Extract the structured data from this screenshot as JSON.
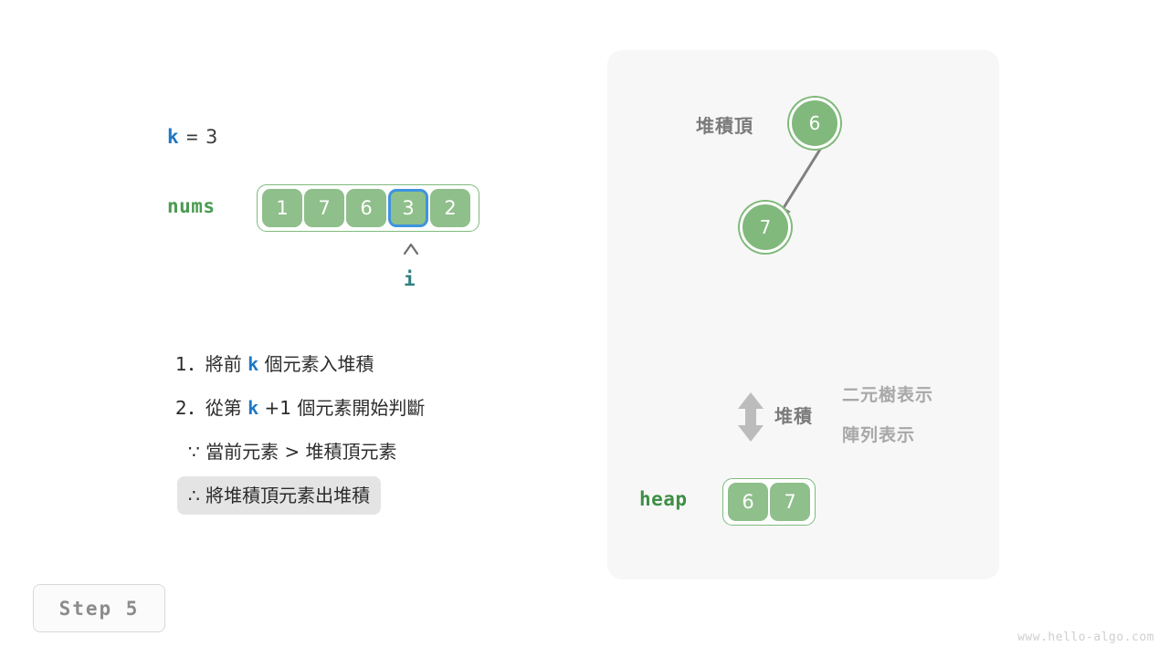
{
  "left": {
    "variable": {
      "name": "k",
      "operator": "=",
      "value": "3"
    },
    "array": {
      "label": "nums",
      "cells": [
        "1",
        "7",
        "6",
        "3",
        "2"
      ],
      "selected_index": 3
    },
    "pointer": {
      "caret": "caret-up-icon",
      "label": "i"
    },
    "steps": [
      {
        "prefix": "1．將前",
        "keyword": "k",
        "suffix": "個元素入堆積",
        "highlighted": false,
        "indent": false
      },
      {
        "prefix": "2．從第",
        "keyword": "k",
        "suffix": "+1  個元素開始判斷",
        "highlighted": false,
        "indent": false
      },
      {
        "prefix": "∵ 當前元素  >  堆積頂元素",
        "keyword": "",
        "suffix": "",
        "highlighted": false,
        "indent": true
      },
      {
        "prefix": "∴ 將堆積頂元素出堆積",
        "keyword": "",
        "suffix": "",
        "highlighted": true,
        "indent": true
      }
    ],
    "step_badge": "Step 5",
    "watermark": "www.hello-algo.com"
  },
  "right": {
    "heap_top_label": "堆積頂",
    "tree": {
      "nodes": [
        {
          "id": "node-6",
          "value": "6"
        },
        {
          "id": "node-7",
          "value": "7"
        }
      ],
      "edges": [
        {
          "from": "node-6",
          "to": "node-7"
        }
      ]
    },
    "legend": {
      "arrow_icon": "up-down-arrow-icon",
      "heap_label": "堆積",
      "tree_representation": "二元樹表示",
      "array_representation": "陣列表示"
    },
    "heap_array": {
      "label": "heap",
      "cells": [
        "6",
        "7"
      ]
    }
  },
  "colors": {
    "node_green": "#81b97c",
    "cell_green": "#8fbf8a",
    "accent_blue": "#3f93e0",
    "keyword_blue": "#1f77c4",
    "label_green": "#4a9c52",
    "pointer_teal": "#2f7f7f",
    "panel_gray": "#f7f7f7",
    "highlight_gray": "#e4e4e4"
  }
}
